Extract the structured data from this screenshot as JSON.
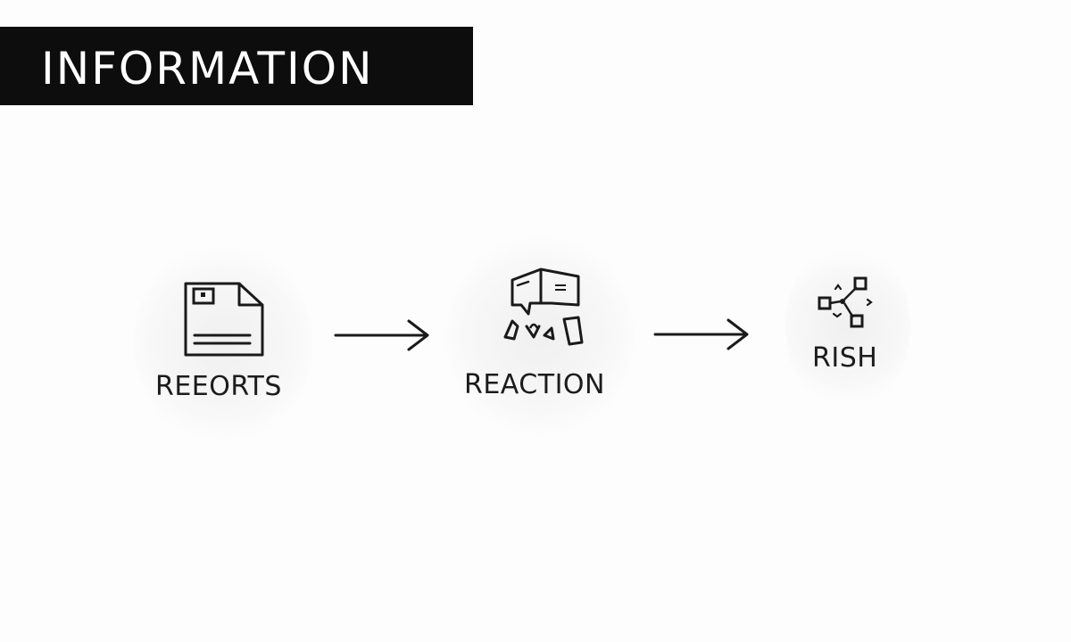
{
  "header": {
    "title": "INFORMATION"
  },
  "flow": {
    "nodes": [
      {
        "label": "REEORTS",
        "icon": "document-icon"
      },
      {
        "label": "REACTION",
        "icon": "speech-bubbles-icon"
      },
      {
        "label": "RISH",
        "icon": "network-nodes-icon"
      }
    ],
    "connectors": [
      "arrow-right-icon",
      "arrow-right-icon"
    ]
  },
  "colors": {
    "banner": "#0d0d0d",
    "banner_text": "#ffffff",
    "ink": "#1a1a1a",
    "background": "#fdfdfd"
  }
}
